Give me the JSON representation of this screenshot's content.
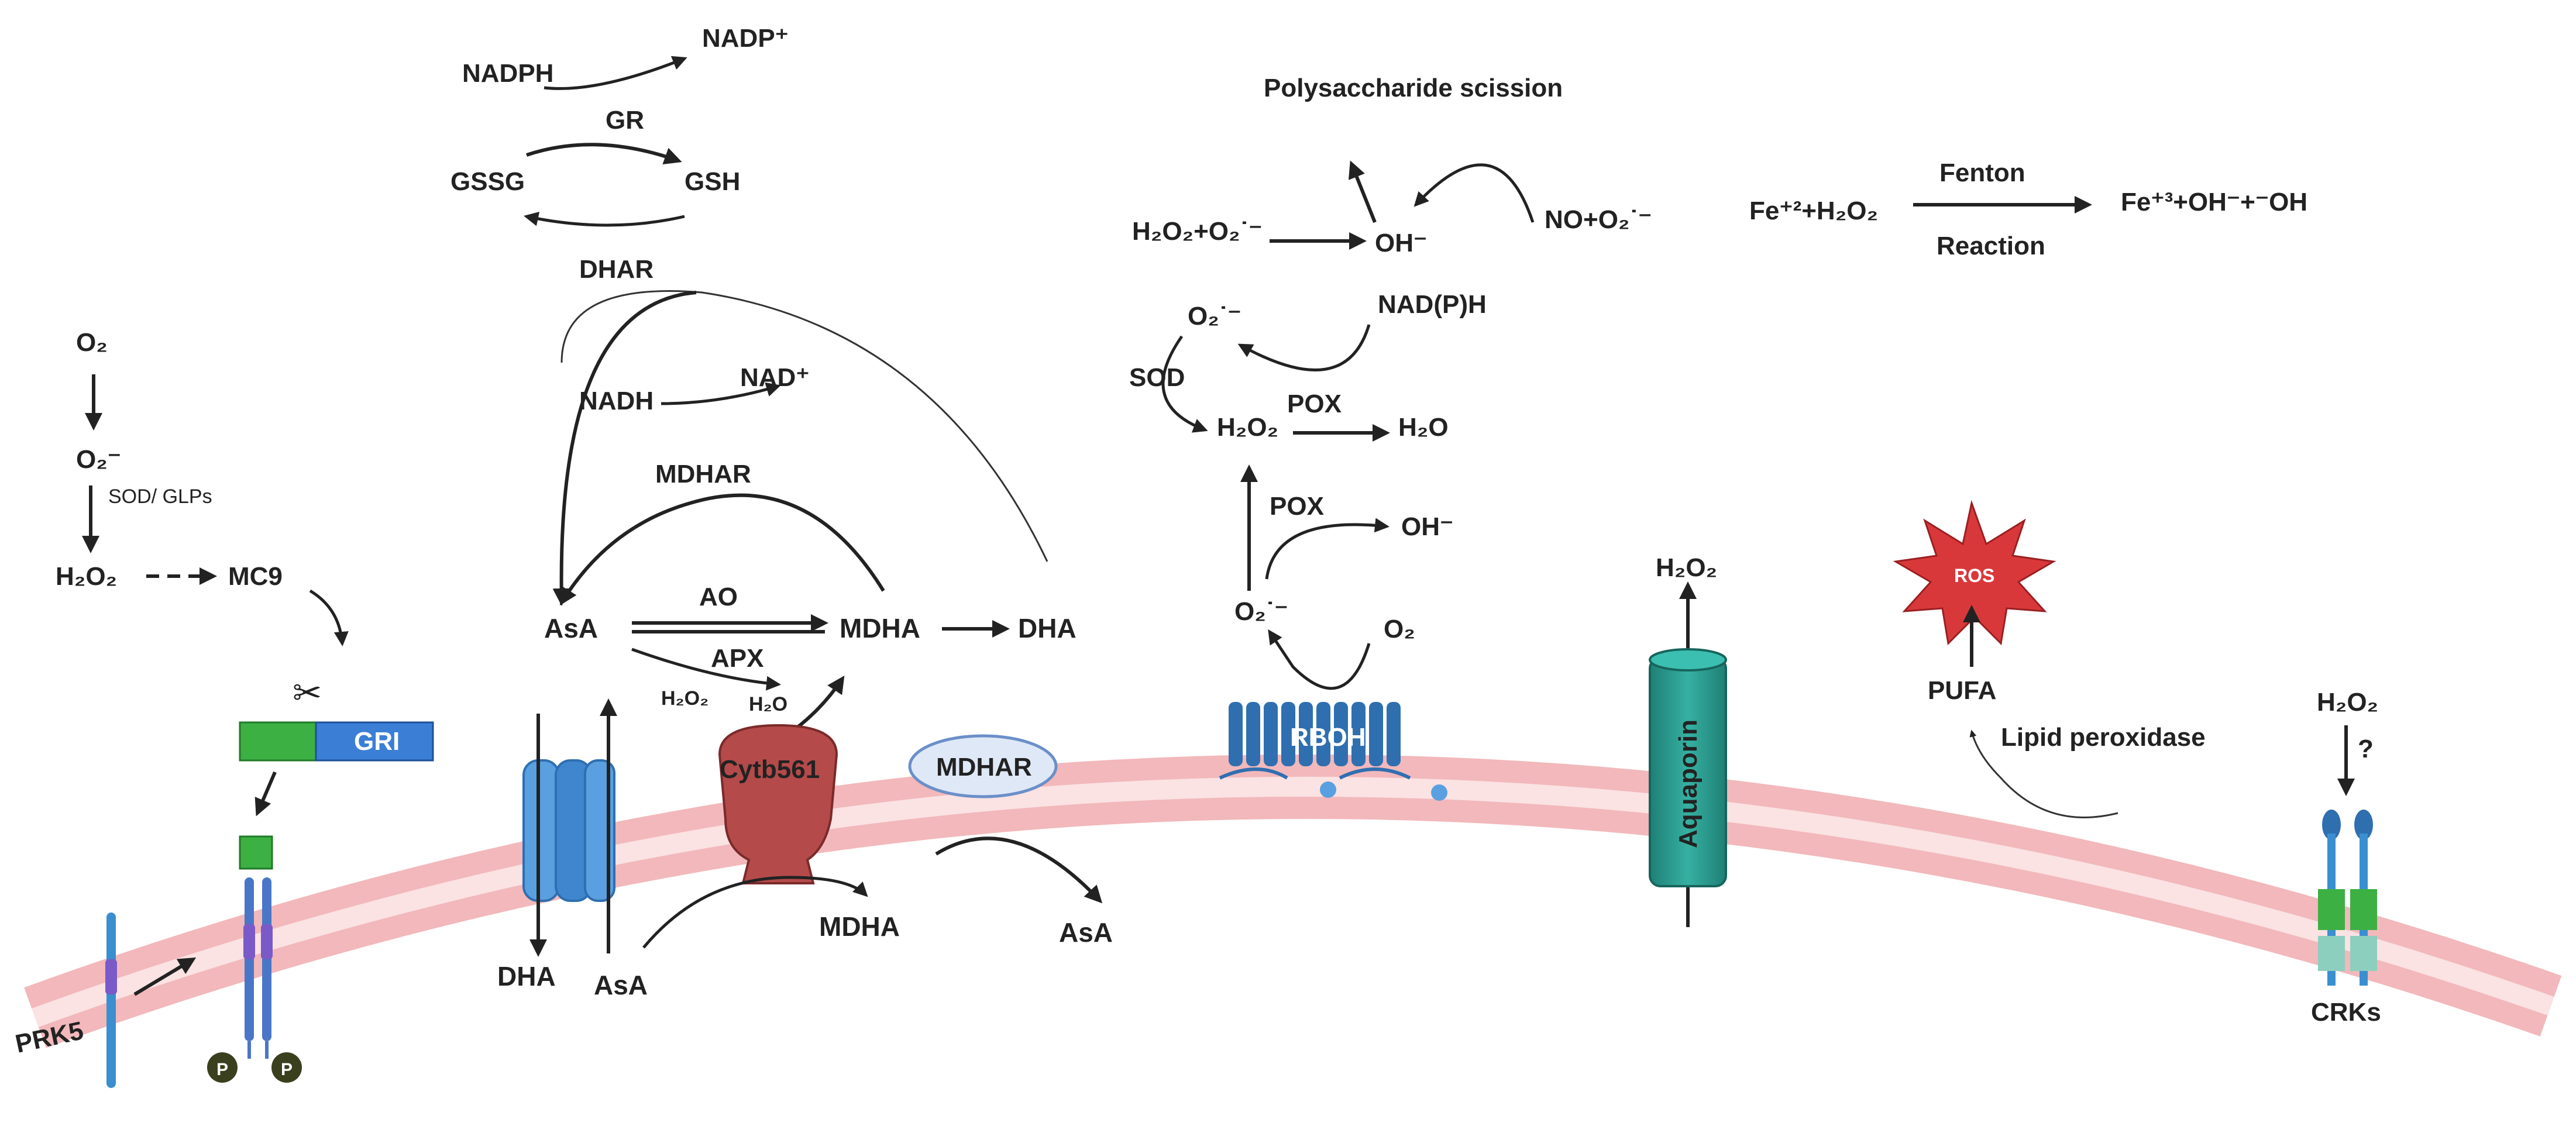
{
  "labels": {
    "nadph": "NADPH",
    "nadp_plus": "NADP⁺",
    "gr": "GR",
    "gssg": "GSSG",
    "gsh": "GSH",
    "dhar": "DHAR",
    "nadh": "NADH",
    "nad_plus": "NAD⁺",
    "mdhar_top": "MDHAR",
    "asa_main": "AsA",
    "ao": "AO",
    "mdha_main": "MDHA",
    "dha_main": "DHA",
    "apx": "APX",
    "h2o2_small": "H₂O₂",
    "h2o_small": "H₂O",
    "cytb561": "Cytb561",
    "mdhar_membrane": "MDHAR",
    "dha_bottom": "DHA",
    "asa_bottom": "AsA",
    "mdha_bottom": "MDHA",
    "asa_bottom_right": "AsA",
    "o2_left": "O₂",
    "o2_radical_left": "O₂⁻",
    "sod_glps": "SOD/ GLPs",
    "h2o2_left": "H₂O₂",
    "mc9": "MC9",
    "gri": "GRI",
    "prk5": "PRK5",
    "phospho_1": "P",
    "phospho_2": "P",
    "polysaccharide_scission": "Polysaccharide scission",
    "h2o2_plus_o2": "H₂O₂+O₂˙⁻",
    "oh_minus_top": "OH⁻",
    "no_plus_o2": "NO+O₂˙⁻",
    "o2_radical_mid": "O₂˙⁻",
    "nadph_mid": "NAD(P)H",
    "sod_mid": "SOD",
    "pox_upper": "POX",
    "h2o2_mid": "H₂O₂",
    "h2o_mid": "H₂O",
    "pox_lower": "POX",
    "oh_minus_mid": "OH⁻",
    "o2_radical_lower": "O₂˙⁻",
    "o2_mid": "O₂",
    "rboh": "RBOH",
    "h2o2_aquaporin": "H₂O₂",
    "aquaporin": "Aquaporin",
    "ros": "ROS",
    "pufa": "PUFA",
    "lipid_peroxidase": "Lipid peroxidase",
    "h2o2_crk": "H₂O₂",
    "question": "?",
    "crks": "CRKs",
    "fenton_reactants": "Fe⁺²+H₂O₂",
    "fenton": "Fenton",
    "reaction": "Reaction",
    "fenton_products": "Fe⁺³+OH⁻+⁻OH"
  },
  "colors": {
    "membrane": "#f4c6c8",
    "membrane_core": "#fbe3e4",
    "gri_green": "#3cb043",
    "gri_blue": "#3a7fd5",
    "cytb_red": "#b54a4a",
    "channel_blue": "#5aa0e0",
    "rboh_blue": "#2f6fb0",
    "aquaporin_teal": "#2a9a8e",
    "ros_red": "#d9383a",
    "phospho_dark": "#3a3f1e"
  }
}
